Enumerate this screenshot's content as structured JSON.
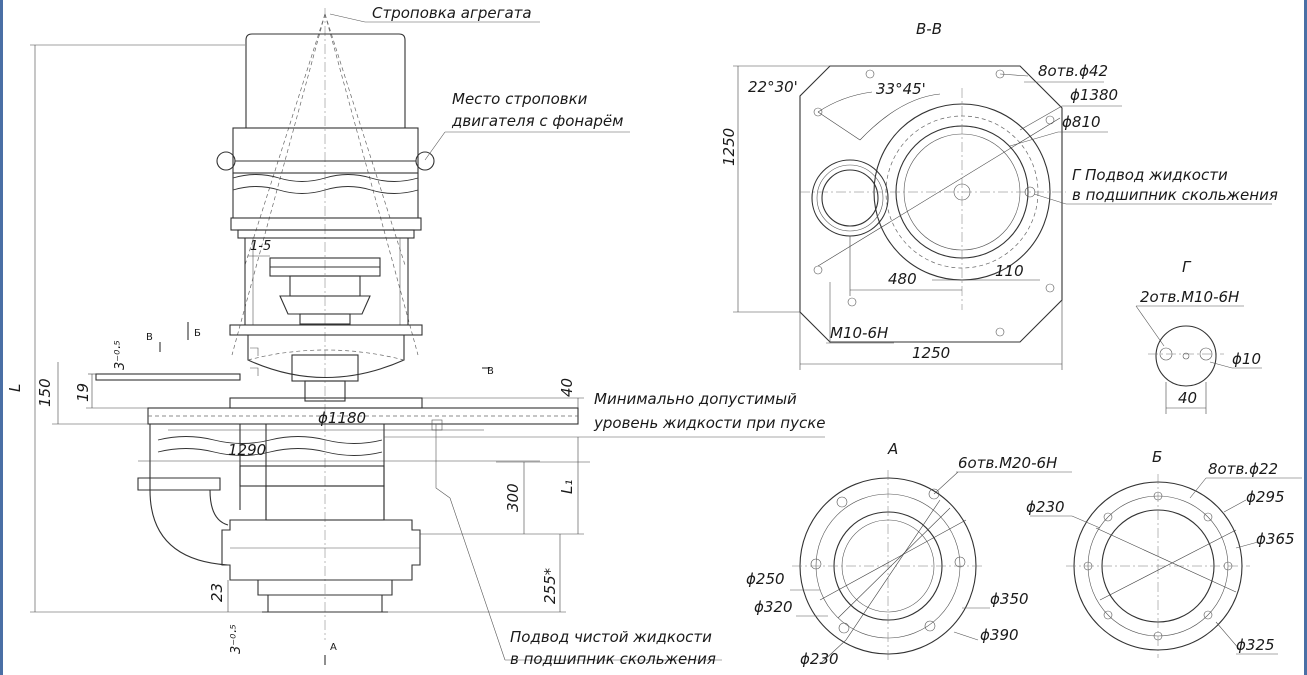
{
  "notes": {
    "lifting_unit": "Строповка агрегата",
    "lifting_motor_l1": "Место строповки",
    "lifting_motor_l2": "двигателя с фонарём",
    "min_level_l1": "Минимально допустимый",
    "min_level_l2": "уровень жидкости при пуске",
    "clean_liquid_l1": "Подвод чистой жидкости",
    "clean_liquid_l2": "в подшипник скольжения",
    "g_supply_l1": "Г Подвод жидкости",
    "g_supply_l2": "в подшипник скольжения"
  },
  "views": {
    "section_bb": "В-В",
    "view_a": "А",
    "view_b": "Б",
    "view_g": "Г"
  },
  "markers": {
    "b_top": "Б",
    "v_top": "В",
    "v_right": "В",
    "a_bottom": "А"
  },
  "dims_front": {
    "L": "L",
    "h150": "150",
    "h19": "19",
    "tol_top": "3⁻⁰·⁵",
    "gap": "1-5",
    "d1180": "ϕ1180",
    "w1290": "1290",
    "h40": "40",
    "h300": "300",
    "L1": "L₁",
    "h255": "255*",
    "h23": "23",
    "tol_bottom": "3⁻⁰·⁵"
  },
  "dims_bb": {
    "ang1": "22°30'",
    "ang2": "33°45'",
    "holes": "8отв.ϕ42",
    "d1380": "ϕ1380",
    "d810": "ϕ810",
    "h1250": "1250",
    "w1250": "1250",
    "w480": "480",
    "w110": "110",
    "thread": "M10-6H"
  },
  "dims_g": {
    "holes": "2отв.М10-6Н",
    "d10": "ϕ10",
    "w40": "40"
  },
  "dims_a": {
    "holes": "6отв.М20-6Н",
    "d250": "ϕ250",
    "d320": "ϕ320",
    "d230": "ϕ230",
    "d350": "ϕ350",
    "d390": "ϕ390"
  },
  "dims_b": {
    "holes": "8отв.ϕ22",
    "d230": "ϕ230",
    "d295": "ϕ295",
    "d365": "ϕ365",
    "d325": "ϕ325"
  },
  "colors": {
    "frame": "#4a6fa5",
    "line": "#333333",
    "background": "#ffffff"
  }
}
